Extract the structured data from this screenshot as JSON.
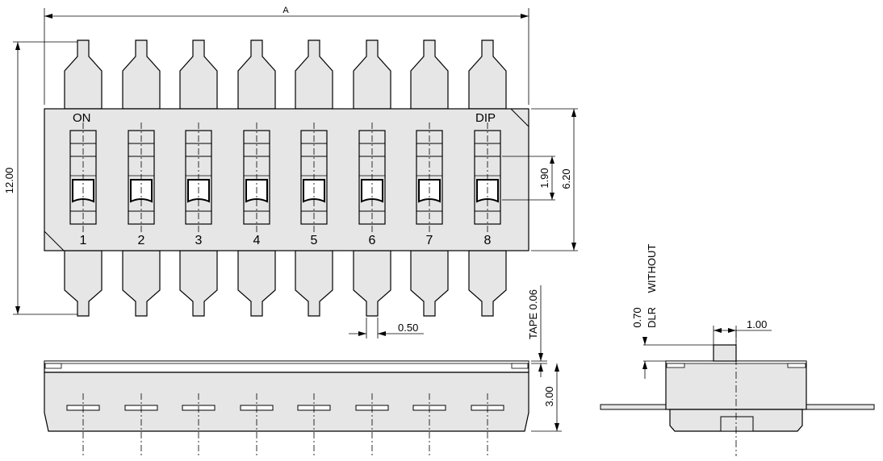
{
  "top_view": {
    "label_on": "ON",
    "label_dip": "DIP",
    "switch_numbers": [
      "1",
      "2",
      "3",
      "4",
      "5",
      "6",
      "7",
      "8"
    ],
    "dim_overall_length": "A",
    "dim_height": "12.00",
    "dim_body_height": "6.20",
    "dim_actuator": "1.90",
    "dim_pin_width": "0.50"
  },
  "front_view": {
    "dim_tape": "TAPE 0.06",
    "dim_thickness": "3.00"
  },
  "side_view": {
    "dim_actuator_height": "0.70",
    "note_line1": "DLR",
    "note_line2": "WITHOUT",
    "dim_actuator_width": "1.00"
  }
}
